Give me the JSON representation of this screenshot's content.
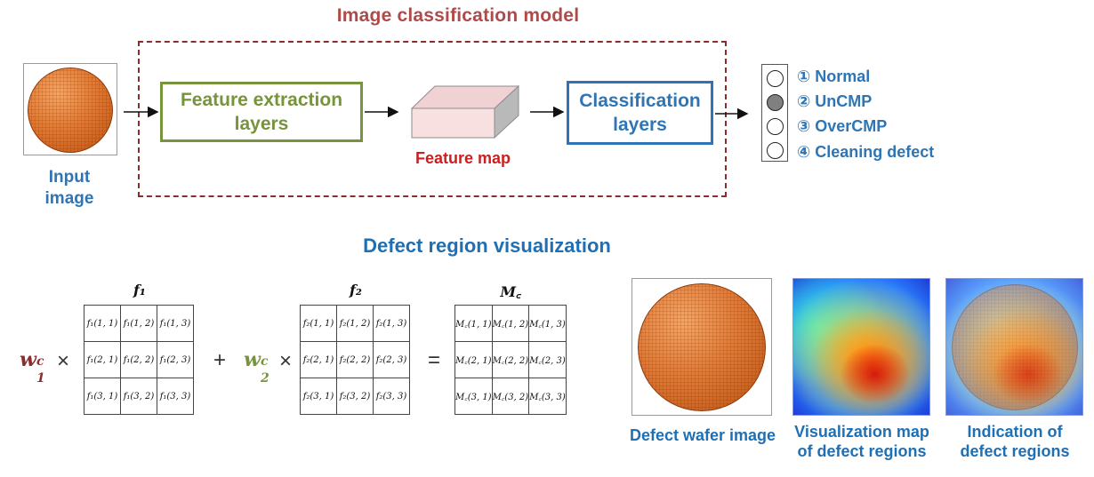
{
  "model": {
    "title": "Image classification model",
    "input_label_line1": "Input",
    "input_label_line2": "image",
    "feature_box_line1": "Feature extraction",
    "feature_box_line2": "layers",
    "feature_map_label": "Feature map",
    "class_box_line1": "Classification",
    "class_box_line2": "layers"
  },
  "outputs": [
    {
      "num": "①",
      "label": "Normal",
      "selected": false
    },
    {
      "num": "②",
      "label": "UnCMP",
      "selected": true
    },
    {
      "num": "③",
      "label": "OverCMP",
      "selected": false
    },
    {
      "num": "④",
      "label": "Cleaning defect",
      "selected": false
    }
  ],
  "visualization": {
    "title": "Defect region visualization",
    "w1_base": "w",
    "w1_sub": "1",
    "w1_sup": "c",
    "w2_base": "w",
    "w2_sub": "2",
    "w2_sup": "c",
    "times": "×",
    "plus": "+",
    "equals": "=",
    "f1_label": "f₁",
    "f2_label": "f₂",
    "m_label": "M꜀",
    "f1_cells": [
      [
        "f₁(1, 1)",
        "f₁(1, 2)",
        "f₁(1, 3)"
      ],
      [
        "f₁(2, 1)",
        "f₁(2, 2)",
        "f₁(2, 3)"
      ],
      [
        "f₁(3, 1)",
        "f₁(3, 2)",
        "f₁(3, 3)"
      ]
    ],
    "f2_cells": [
      [
        "f₂(1, 1)",
        "f₂(1, 2)",
        "f₂(1, 3)"
      ],
      [
        "f₂(2, 1)",
        "f₂(2, 2)",
        "f₂(2, 3)"
      ],
      [
        "f₂(3, 1)",
        "f₂(3, 2)",
        "f₂(3, 3)"
      ]
    ],
    "m_cells": [
      [
        "M꜀(1, 1)",
        "M꜀(1, 2)",
        "M꜀(1, 3)"
      ],
      [
        "M꜀(2, 1)",
        "M꜀(2, 2)",
        "M꜀(2, 3)"
      ],
      [
        "M꜀(3, 1)",
        "M꜀(3, 2)",
        "M꜀(3, 3)"
      ]
    ]
  },
  "captions": {
    "defect_wafer": "Defect wafer image",
    "vis_map_line1": "Visualization map",
    "vis_map_line2": "of defect regions",
    "indication_line1": "Indication of",
    "indication_line2": "defect regions"
  },
  "colors": {
    "model_title": "#b04a4a",
    "feature_green": "#77933c",
    "class_blue": "#2e75b6",
    "feature_map_red": "#cc1f1f",
    "w1_color": "#8b2d2d",
    "w2_color": "#77933c"
  }
}
